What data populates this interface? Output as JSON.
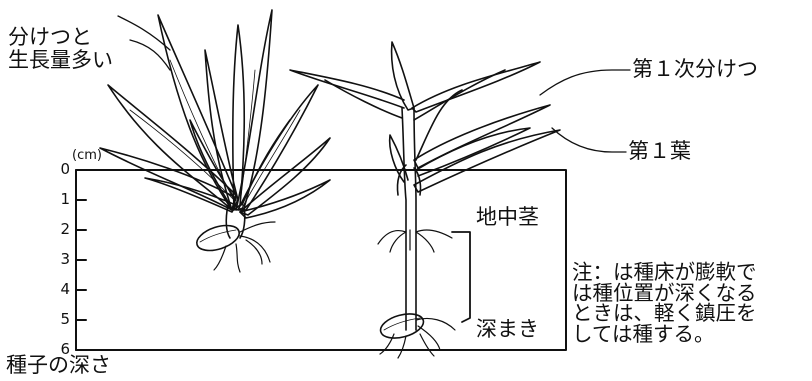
{
  "labels": {
    "tillers_many": [
      "分けつと",
      "生長量多い"
    ],
    "primary_tiller": "第１次分けつ",
    "first_leaf": "第１葉",
    "mesocotyl": "地中茎",
    "deep_sowing": "深まき",
    "seed_depth": "種子の深さ",
    "unit": "(cm)"
  },
  "depth_axis": {
    "ticks": [
      "0",
      "1",
      "2",
      "3",
      "4",
      "5",
      "6"
    ]
  },
  "note": [
    "注：は種床が膨軟で",
    "は種位置が深くなる",
    "ときは、軽く鎮圧を",
    "しては種する。"
  ]
}
